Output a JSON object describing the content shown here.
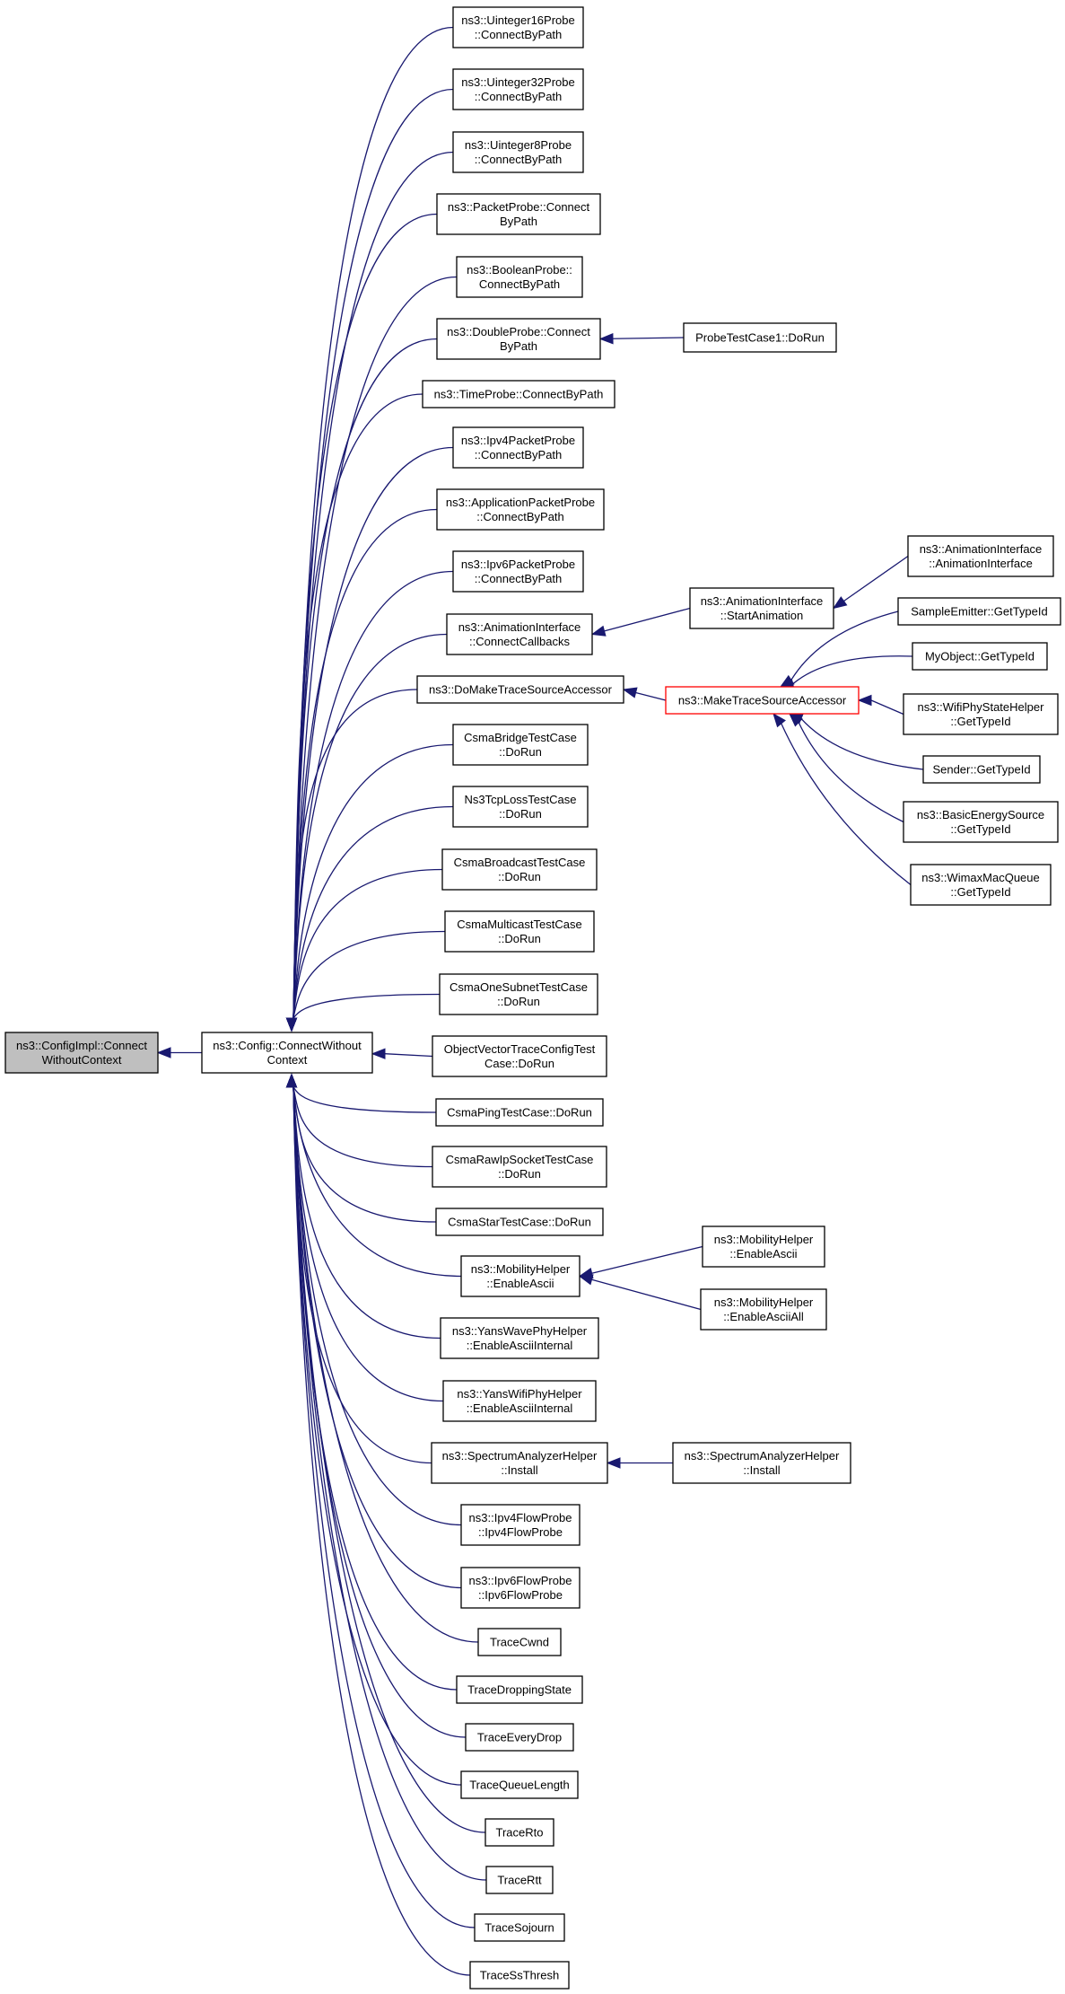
{
  "graph": {
    "nodes": [
      {
        "id": "root",
        "lines": [
          "ns3::ConfigImpl::Connect",
          "WithoutContext"
        ],
        "style": "root"
      },
      {
        "id": "cwc",
        "lines": [
          "ns3::Config::ConnectWithout",
          "Context"
        ]
      },
      {
        "id": "u16",
        "lines": [
          "ns3::Uinteger16Probe",
          "::ConnectByPath"
        ]
      },
      {
        "id": "u32",
        "lines": [
          "ns3::Uinteger32Probe",
          "::ConnectByPath"
        ]
      },
      {
        "id": "u8",
        "lines": [
          "ns3::Uinteger8Probe",
          "::ConnectByPath"
        ]
      },
      {
        "id": "pkt",
        "lines": [
          "ns3::PacketProbe::Connect",
          "ByPath"
        ]
      },
      {
        "id": "bool",
        "lines": [
          "ns3::BooleanProbe::",
          "ConnectByPath"
        ]
      },
      {
        "id": "dbl",
        "lines": [
          "ns3::DoubleProbe::Connect",
          "ByPath"
        ]
      },
      {
        "id": "probetc",
        "lines": [
          "ProbeTestCase1::DoRun"
        ]
      },
      {
        "id": "time",
        "lines": [
          "ns3::TimeProbe::ConnectByPath"
        ]
      },
      {
        "id": "ipv4pkt",
        "lines": [
          "ns3::Ipv4PacketProbe",
          "::ConnectByPath"
        ]
      },
      {
        "id": "apppkt",
        "lines": [
          "ns3::ApplicationPacketProbe",
          "::ConnectByPath"
        ]
      },
      {
        "id": "ipv6pkt",
        "lines": [
          "ns3::Ipv6PacketProbe",
          "::ConnectByPath"
        ]
      },
      {
        "id": "animcb",
        "lines": [
          "ns3::AnimationInterface",
          "::ConnectCallbacks"
        ]
      },
      {
        "id": "animstart",
        "lines": [
          "ns3::AnimationInterface",
          "::StartAnimation"
        ]
      },
      {
        "id": "animctor",
        "lines": [
          "ns3::AnimationInterface",
          "::AnimationInterface"
        ]
      },
      {
        "id": "domake",
        "lines": [
          "ns3::DoMakeTraceSourceAccessor"
        ]
      },
      {
        "id": "make",
        "lines": [
          "ns3::MakeTraceSourceAccessor"
        ],
        "style": "highlight"
      },
      {
        "id": "sampleemit",
        "lines": [
          "SampleEmitter::GetTypeId"
        ]
      },
      {
        "id": "myobj",
        "lines": [
          "MyObject::GetTypeId"
        ]
      },
      {
        "id": "wifiphystate",
        "lines": [
          "ns3::WifiPhyStateHelper",
          "::GetTypeId"
        ]
      },
      {
        "id": "sender",
        "lines": [
          "Sender::GetTypeId"
        ]
      },
      {
        "id": "basicenergy",
        "lines": [
          "ns3::BasicEnergySource",
          "::GetTypeId"
        ]
      },
      {
        "id": "wimaxq",
        "lines": [
          "ns3::WimaxMacQueue",
          "::GetTypeId"
        ]
      },
      {
        "id": "csmabridge",
        "lines": [
          "CsmaBridgeTestCase",
          "::DoRun"
        ]
      },
      {
        "id": "ns3tcploss",
        "lines": [
          "Ns3TcpLossTestCase",
          "::DoRun"
        ]
      },
      {
        "id": "csmabcast",
        "lines": [
          "CsmaBroadcastTestCase",
          "::DoRun"
        ]
      },
      {
        "id": "csmamcast",
        "lines": [
          "CsmaMulticastTestCase",
          "::DoRun"
        ]
      },
      {
        "id": "csmaonesub",
        "lines": [
          "CsmaOneSubnetTestCase",
          "::DoRun"
        ]
      },
      {
        "id": "objvec",
        "lines": [
          "ObjectVectorTraceConfigTest",
          "Case::DoRun"
        ]
      },
      {
        "id": "csmaping",
        "lines": [
          "CsmaPingTestCase::DoRun"
        ]
      },
      {
        "id": "csmaraw",
        "lines": [
          "CsmaRawIpSocketTestCase",
          "::DoRun"
        ]
      },
      {
        "id": "csmastar",
        "lines": [
          "CsmaStarTestCase::DoRun"
        ]
      },
      {
        "id": "mobascii",
        "lines": [
          "ns3::MobilityHelper",
          "::EnableAscii"
        ]
      },
      {
        "id": "mobascii2",
        "lines": [
          "ns3::MobilityHelper",
          "::EnableAscii"
        ]
      },
      {
        "id": "mobasciiall",
        "lines": [
          "ns3::MobilityHelper",
          "::EnableAsciiAll"
        ]
      },
      {
        "id": "yanswave",
        "lines": [
          "ns3::YansWavePhyHelper",
          "::EnableAsciiInternal"
        ]
      },
      {
        "id": "yanswifi",
        "lines": [
          "ns3::YansWifiPhyHelper",
          "::EnableAsciiInternal"
        ]
      },
      {
        "id": "specinst",
        "lines": [
          "ns3::SpectrumAnalyzerHelper",
          "::Install"
        ]
      },
      {
        "id": "specinst2",
        "lines": [
          "ns3::SpectrumAnalyzerHelper",
          "::Install"
        ]
      },
      {
        "id": "ipv4flow",
        "lines": [
          "ns3::Ipv4FlowProbe",
          "::Ipv4FlowProbe"
        ]
      },
      {
        "id": "ipv6flow",
        "lines": [
          "ns3::Ipv6FlowProbe",
          "::Ipv6FlowProbe"
        ]
      },
      {
        "id": "tracecwnd",
        "lines": [
          "TraceCwnd"
        ]
      },
      {
        "id": "tracedrop",
        "lines": [
          "TraceDroppingState"
        ]
      },
      {
        "id": "traceevery",
        "lines": [
          "TraceEveryDrop"
        ]
      },
      {
        "id": "traceqlen",
        "lines": [
          "TraceQueueLength"
        ]
      },
      {
        "id": "tracerto",
        "lines": [
          "TraceRto"
        ]
      },
      {
        "id": "tracertt",
        "lines": [
          "TraceRtt"
        ]
      },
      {
        "id": "tracesojourn",
        "lines": [
          "TraceSojourn"
        ]
      },
      {
        "id": "tracessthresh",
        "lines": [
          "TraceSsThresh"
        ]
      }
    ],
    "edges": [
      [
        "cwc",
        "root"
      ],
      [
        "u16",
        "cwc"
      ],
      [
        "u32",
        "cwc"
      ],
      [
        "u8",
        "cwc"
      ],
      [
        "pkt",
        "cwc"
      ],
      [
        "bool",
        "cwc"
      ],
      [
        "dbl",
        "cwc"
      ],
      [
        "time",
        "cwc"
      ],
      [
        "ipv4pkt",
        "cwc"
      ],
      [
        "apppkt",
        "cwc"
      ],
      [
        "ipv6pkt",
        "cwc"
      ],
      [
        "animcb",
        "cwc"
      ],
      [
        "domake",
        "cwc"
      ],
      [
        "csmabridge",
        "cwc"
      ],
      [
        "ns3tcploss",
        "cwc"
      ],
      [
        "csmabcast",
        "cwc"
      ],
      [
        "csmamcast",
        "cwc"
      ],
      [
        "csmaonesub",
        "cwc"
      ],
      [
        "objvec",
        "cwc"
      ],
      [
        "csmaping",
        "cwc"
      ],
      [
        "csmaraw",
        "cwc"
      ],
      [
        "csmastar",
        "cwc"
      ],
      [
        "mobascii",
        "cwc"
      ],
      [
        "yanswave",
        "cwc"
      ],
      [
        "yanswifi",
        "cwc"
      ],
      [
        "specinst",
        "cwc"
      ],
      [
        "ipv4flow",
        "cwc"
      ],
      [
        "ipv6flow",
        "cwc"
      ],
      [
        "tracecwnd",
        "cwc"
      ],
      [
        "tracedrop",
        "cwc"
      ],
      [
        "traceevery",
        "cwc"
      ],
      [
        "traceqlen",
        "cwc"
      ],
      [
        "tracerto",
        "cwc"
      ],
      [
        "tracertt",
        "cwc"
      ],
      [
        "tracesojourn",
        "cwc"
      ],
      [
        "tracessthresh",
        "cwc"
      ],
      [
        "probetc",
        "dbl"
      ],
      [
        "animstart",
        "animcb"
      ],
      [
        "animctor",
        "animstart"
      ],
      [
        "make",
        "domake"
      ],
      [
        "sampleemit",
        "make"
      ],
      [
        "myobj",
        "make"
      ],
      [
        "wifiphystate",
        "make"
      ],
      [
        "sender",
        "make"
      ],
      [
        "basicenergy",
        "make"
      ],
      [
        "wimaxq",
        "make"
      ],
      [
        "mobascii2",
        "mobascii"
      ],
      [
        "mobasciiall",
        "mobascii"
      ],
      [
        "specinst2",
        "specinst"
      ]
    ]
  }
}
